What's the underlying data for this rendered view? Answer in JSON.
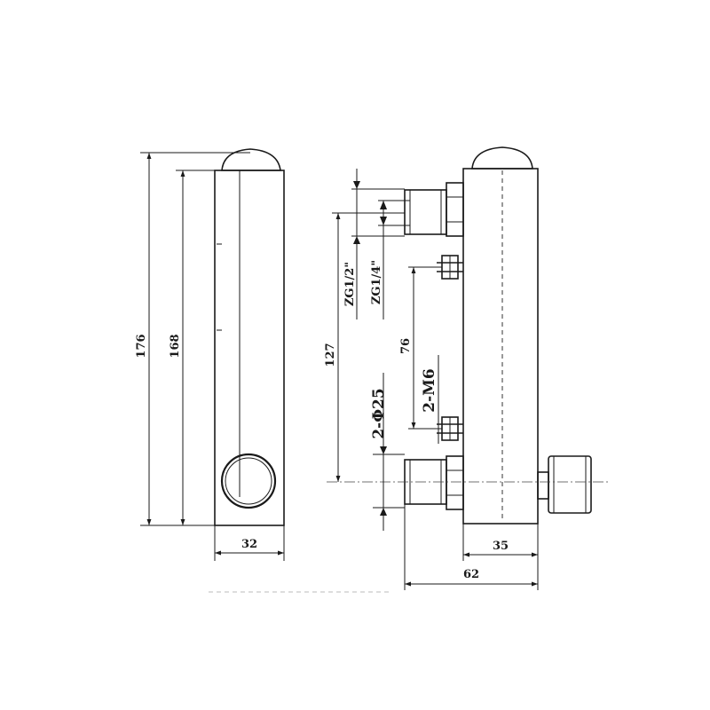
{
  "diagram": {
    "line_color": "#1a1a1a",
    "dimensions": {
      "overall_height": "176",
      "scale_height": "168",
      "front_width": "32",
      "port_spacing": "127",
      "mount_spacing": "76",
      "side_depth": "35",
      "overall_depth": "62"
    },
    "callouts": {
      "thread_outer": "ZG1/2\"",
      "thread_inner": "ZG1/4\"",
      "mount_screws": "2-M6",
      "port_diameter": "2-Φ25"
    }
  }
}
